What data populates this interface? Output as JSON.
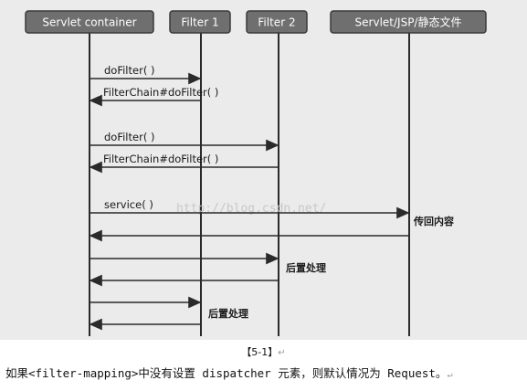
{
  "participants": [
    {
      "id": "container",
      "label": "Servlet container"
    },
    {
      "id": "filter1",
      "label": "Filter 1"
    },
    {
      "id": "filter2",
      "label": "Filter 2"
    },
    {
      "id": "servlet",
      "label": "Servlet/JSP/静态文件"
    }
  ],
  "messages": [
    {
      "from": "container",
      "to": "filter1",
      "label": "doFilter( )"
    },
    {
      "from": "filter1",
      "to": "container",
      "label": "FilterChain#doFilter( )"
    },
    {
      "from": "container",
      "to": "filter2",
      "label": "doFilter( )"
    },
    {
      "from": "filter2",
      "to": "container",
      "label": "FilterChain#doFilter( )"
    },
    {
      "from": "container",
      "to": "servlet",
      "label": "service( )"
    },
    {
      "from": "servlet",
      "to": "container",
      "label": ""
    },
    {
      "from": "container",
      "to": "filter2",
      "label": ""
    },
    {
      "from": "filter2",
      "to": "container",
      "label": ""
    },
    {
      "from": "container",
      "to": "filter1",
      "label": ""
    },
    {
      "from": "filter1",
      "to": "container",
      "label": ""
    }
  ],
  "notes": [
    {
      "participant": "servlet",
      "label": "传回内容"
    },
    {
      "participant": "filter2",
      "label": "后置处理"
    },
    {
      "participant": "filter1",
      "label": "后置处理"
    }
  ],
  "watermark": "http://blog.csdn.net/",
  "caption": "【5-1】",
  "paragraph": "如果<filter-mapping>中没有设置 dispatcher 元素，则默认情况为 Request。",
  "return_mark": "↵",
  "colors": {
    "header_fill": "#6f6f6f",
    "header_stroke": "#3a3a3a",
    "line": "#2a2a2a",
    "background": "#ebebeb"
  }
}
